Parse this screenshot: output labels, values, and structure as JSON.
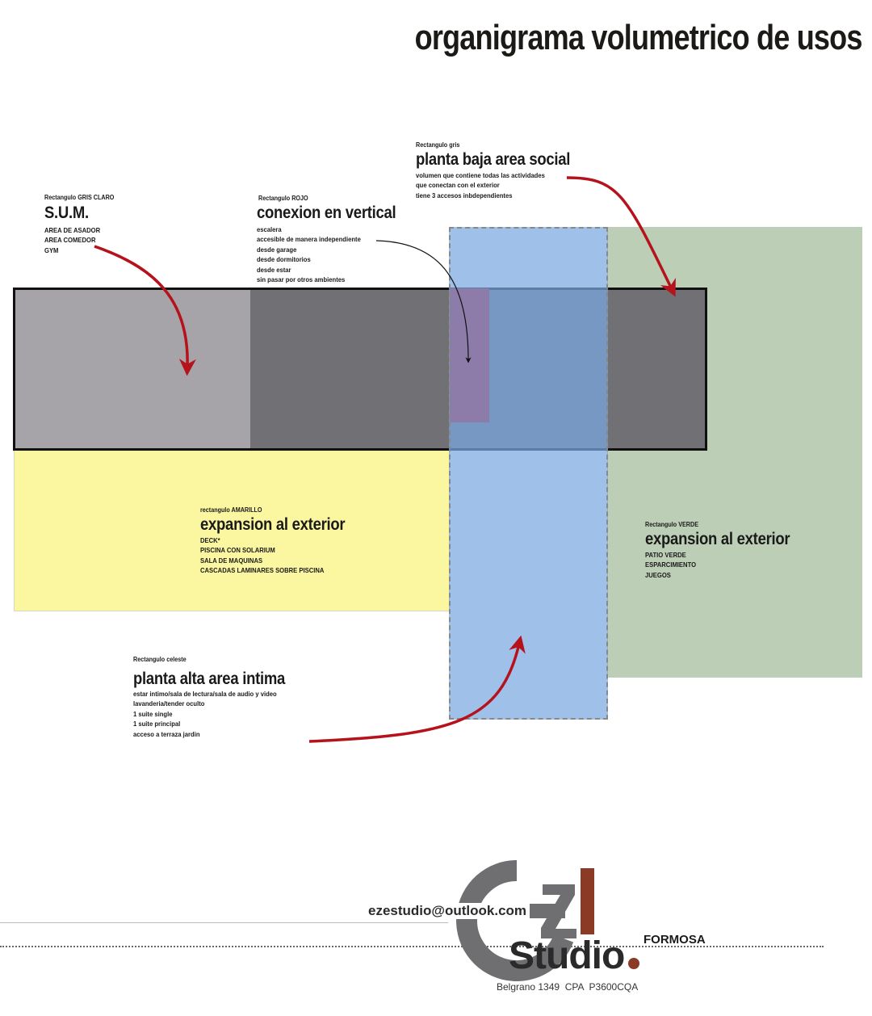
{
  "title": "organigrama volumetrico de usos",
  "blocks": {
    "sum": {
      "tag": "Rectangulo GRIS CLARO",
      "heading": "S.U.M.",
      "items": [
        "AREA DE ASADOR",
        "AREA COMEDOR",
        "GYM"
      ]
    },
    "conexion": {
      "tag": "Rectangulo ROJO",
      "heading": "conexion en vertical",
      "items": [
        "escalera",
        "accesible de manera independiente",
        "desde garage",
        "desde dormitorios",
        "desde estar",
        "sin pasar por otros ambientes"
      ]
    },
    "social": {
      "tag": "Rectangulo gris",
      "heading": "planta baja area social",
      "items": [
        "volumen que contiene todas las actividades",
        "que conectan con el exterior",
        "tiene 3 accesos inbdependientes"
      ]
    },
    "amarillo": {
      "tag": "rectangulo AMARILLO",
      "heading": "expansion al exterior",
      "items": [
        "DECK*",
        "PISCINA CON SOLARIUM",
        "SALA DE MAQUINAS",
        "CASCADAS LAMINARES SOBRE PISCINA"
      ]
    },
    "verde": {
      "tag": "Rectangulo VERDE",
      "heading": "expansion al exterior",
      "items": [
        "PATIO VERDE",
        "ESPARCIMIENTO",
        "JUEGOS"
      ]
    },
    "celeste": {
      "tag": "Rectangulo celeste",
      "heading": "planta alta area intima",
      "items": [
        "estar intimo/sala de lectura/sala de audio y video",
        "lavanderia/tender oculto",
        "1 suite single",
        "1 suite principal",
        "acceso a terraza jardin"
      ]
    }
  },
  "colors": {
    "gris_claro": "#a6a4a9",
    "gris": "#717075",
    "rojo": "#c00d1a",
    "amarillo": "#fbf6a0",
    "verde": "#bccfb6",
    "celeste": "#7fabe0",
    "arrow": "#b5121b"
  },
  "footer": {
    "email": "ezestudio@outlook.com",
    "logo_letters": "ez",
    "logo_word": "Studio",
    "city": "FORMOSA",
    "address": "Belgrano 1349  CPA  P3600CQA"
  }
}
